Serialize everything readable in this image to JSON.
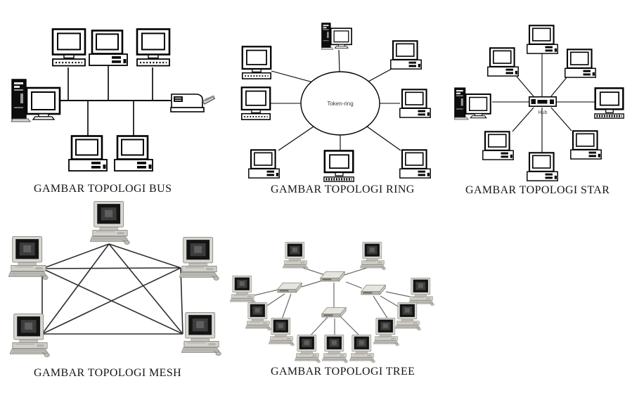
{
  "page": {
    "background": "#ffffff",
    "ink_color": "#000000",
    "caption_color": "#151515"
  },
  "diagrams": {
    "bus": {
      "caption": "GAMBAR TOPOLOGI BUS",
      "computer_count": 5,
      "has_server": true,
      "has_printer": true
    },
    "ring": {
      "caption": "GAMBAR TOPOLOGI RING",
      "center_label": "Token-ring",
      "station_count": 8
    },
    "star": {
      "caption": "GAMBAR TOPOLOGI STAR",
      "hub_label": "Hub",
      "station_count": 8
    },
    "mesh": {
      "caption": "GAMBAR TOPOLOGI MESH",
      "computer_count": 5,
      "link_count": 10
    },
    "tree": {
      "caption": "GAMBAR TOPOLOGI TREE",
      "switch_count": 4,
      "computer_count": 11
    }
  }
}
